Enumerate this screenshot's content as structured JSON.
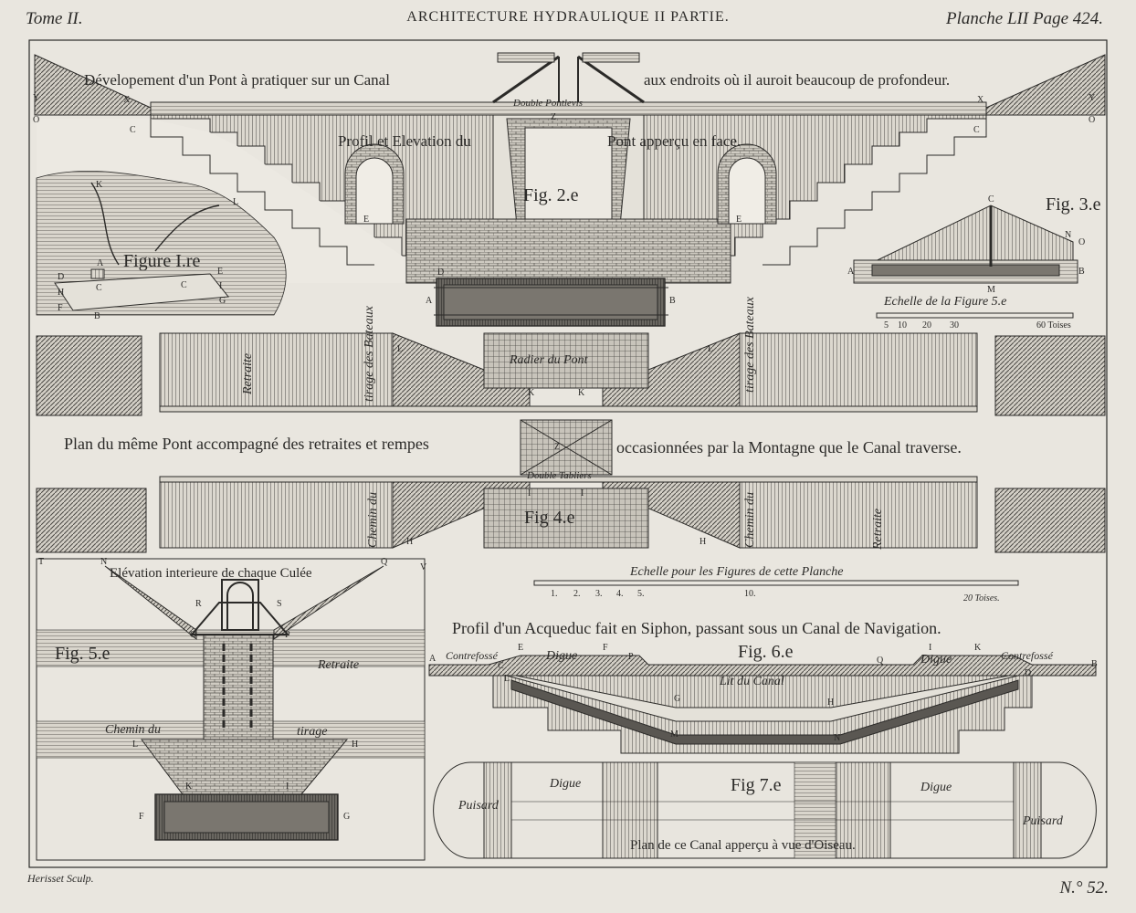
{
  "header": {
    "tome": "Tome II.",
    "title": "ARCHITECTURE HYDRAULIQUE II PARTIE.",
    "planche": "Planche LII Page 424."
  },
  "footer": {
    "engraver": "Herisset Sculp.",
    "number": "N.° 52."
  },
  "fig2": {
    "title_left": "Dévelopement d'un Pont à pratiquer sur un Canal",
    "title_right": "aux endroits où il auroit beaucoup de profondeur.",
    "profil_left": "Profil et Elevation du",
    "profil_right": "Pont apperçu en face.",
    "double_pontlevis": "Double Pontlevis",
    "fig": "Fig. 2.e",
    "letters": {
      "Y": "Y",
      "X": "X",
      "O": "O",
      "C": "C",
      "Z": "Z",
      "E": "E",
      "D": "D",
      "A": "A",
      "B": "B"
    }
  },
  "fig1": {
    "label": "Figure I.re",
    "letters": {
      "K": "K",
      "L": "L",
      "A": "A",
      "D": "D",
      "H": "H",
      "F": "F",
      "C": "C",
      "E": "E",
      "I": "I",
      "G": "G",
      "B": "B"
    }
  },
  "fig3": {
    "label": "Fig. 3.e",
    "echelle": "Echelle de la Figure 5.e",
    "scale": [
      "5",
      "10",
      "20",
      "30",
      "60 Toises"
    ],
    "letters": {
      "C": "C",
      "N": "N",
      "O": "O",
      "A": "A",
      "B": "B",
      "M": "M"
    }
  },
  "fig4": {
    "plan_left": "Plan du même Pont accompagné des retraites et rempes",
    "plan_right": "occasionnées par la Montagne que le Canal traverse.",
    "radier": "Radier du Pont",
    "double_tabliers": "Double Tabliers",
    "fig": "Fig 4.e",
    "retraite": "Retraite",
    "tirage": "tirage des Bateaux",
    "chemin": "Chemin du",
    "letters": {
      "L": "L",
      "K": "K",
      "Z": "Z",
      "I": "I",
      "H": "H"
    }
  },
  "scale_main": {
    "label": "Echelle pour les Figures de cette Planche",
    "ticks": [
      "1.",
      "2.",
      "3.",
      "4.",
      "5.",
      "10.",
      "20 Toises."
    ]
  },
  "fig5": {
    "title": "Elévation interieure de chaque Culée",
    "fig": "Fig. 5.e",
    "retraite": "Retraite",
    "chemin": "Chemin du",
    "tirage": "tirage",
    "letters": {
      "T": "T",
      "N": "N",
      "Q": "Q",
      "V": "V",
      "R": "R",
      "S": "S",
      "O": "O",
      "P": "P",
      "L": "L",
      "H": "H",
      "K": "K",
      "I": "I",
      "F": "F",
      "G": "G"
    }
  },
  "fig6": {
    "title": "Profil d'un Acqueduc fait en Siphon, passant sous un Canal de Navigation.",
    "fig": "Fig. 6.e",
    "contrefosse": "Contrefossé",
    "digue": "Digue",
    "lit": "Lit du Canal",
    "letters": {
      "A": "A",
      "B": "B",
      "E": "E",
      "F": "F",
      "P": "P",
      "Q": "Q",
      "I": "I",
      "K": "K",
      "C": "C",
      "D": "D",
      "L": "L",
      "G": "G",
      "H": "H",
      "M": "M",
      "N": "N"
    }
  },
  "fig7": {
    "fig": "Fig 7.e",
    "digue": "Digue",
    "puisard": "Puisard",
    "plan": "Plan de ce Canal apperçu à vue d'Oiseau."
  }
}
